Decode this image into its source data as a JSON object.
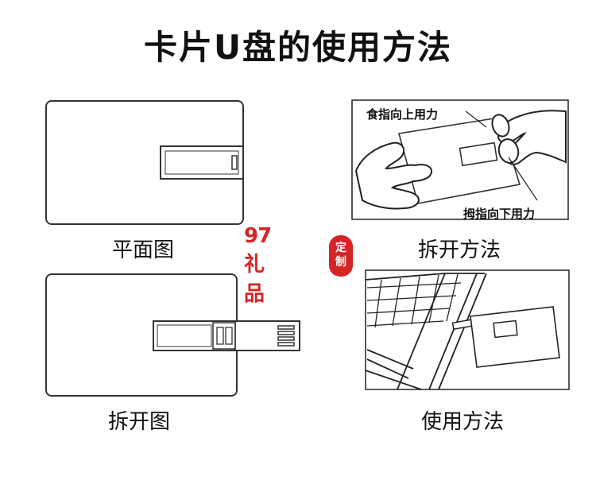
{
  "title": "卡片U盘的使用方法",
  "panels": {
    "top_left_caption": "平面图",
    "top_right_caption": "拆开方法",
    "bottom_left_caption": "拆开图",
    "bottom_right_caption": "使用方法"
  },
  "callouts": {
    "index_finger": "食指向上用力",
    "thumb": "拇指向下用力"
  },
  "watermark": {
    "brand": "97礼品",
    "seal_line1": "定",
    "seal_line2": "制"
  }
}
